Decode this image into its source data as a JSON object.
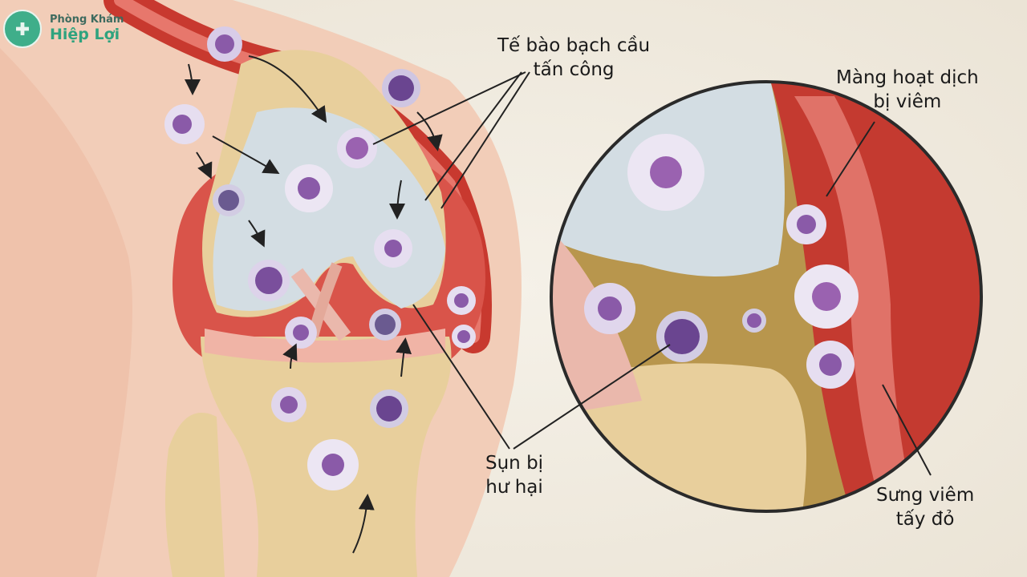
{
  "logo": {
    "line1": "Phòng Khám",
    "line2": "Hiệp Lợi",
    "brand_color": "#2fa37e"
  },
  "labels": {
    "white_blood_cells": [
      "Tế bào bạch cầu",
      "tấn công"
    ],
    "synovium": [
      "Màng hoạt dịch",
      "bị viêm"
    ],
    "cartilage": [
      "Sụn bị",
      "hư hại"
    ],
    "swelling": [
      "Sưng viêm",
      "tấy đỏ"
    ]
  },
  "colors": {
    "background": "#f1ece2",
    "skin": "#f2cdb8",
    "bone": "#e8cf9c",
    "cartilage": "#cfd9df",
    "inflamed": "#d9443a",
    "cell": "#d8cce8",
    "nucleus": "#8a5aa8",
    "fluid": "#b89a3a"
  }
}
